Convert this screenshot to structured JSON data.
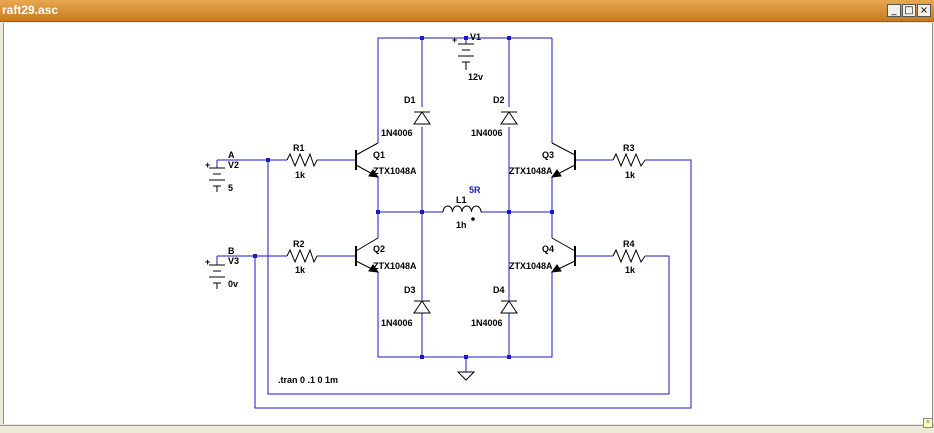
{
  "window": {
    "title": "raft29.asc",
    "buttons": {
      "minimize": "_",
      "restore": "□",
      "close": "×"
    }
  },
  "colors": {
    "wire": "#1a1ac8",
    "junction": "#1a1ac8",
    "component": "#000000"
  },
  "components": {
    "V1": {
      "name": "V1",
      "value": "12v"
    },
    "V2": {
      "name": "V2",
      "value": "5",
      "net": "A"
    },
    "V3": {
      "name": "V3",
      "value": "0v",
      "net": "B"
    },
    "R1": {
      "name": "R1",
      "value": "1k"
    },
    "R2": {
      "name": "R2",
      "value": "1k"
    },
    "R3": {
      "name": "R3",
      "value": "1k"
    },
    "R4": {
      "name": "R4",
      "value": "1k"
    },
    "Q1": {
      "name": "Q1",
      "model": "ZTX1048A"
    },
    "Q2": {
      "name": "Q2",
      "model": "ZTX1048A"
    },
    "Q3": {
      "name": "Q3",
      "model": "ZTX1048A"
    },
    "Q4": {
      "name": "Q4",
      "model": "ZTX1048A"
    },
    "D1": {
      "name": "D1",
      "model": "1N4006"
    },
    "D2": {
      "name": "D2",
      "model": "1N4006"
    },
    "D3": {
      "name": "D3",
      "model": "1N4006"
    },
    "D4": {
      "name": "D4",
      "model": "1N4006"
    },
    "L1": {
      "name": "L1",
      "value": "1h",
      "series_resistance": "5R"
    }
  },
  "directive": ".tran 0 .1 0 1m"
}
